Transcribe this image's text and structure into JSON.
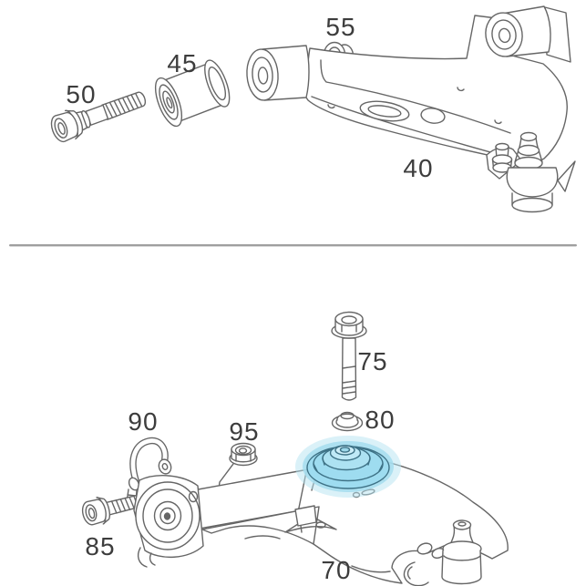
{
  "parts": {
    "p50": "50",
    "p45": "45",
    "p55": "55",
    "p40": "40",
    "p75": "75",
    "p80": "80",
    "p90": "90",
    "p95": "95",
    "p85": "85",
    "p70": "70"
  },
  "colors": {
    "line": "#666666",
    "label": "#3d3d3d",
    "divider": "#9f9f9f",
    "highlight": "#9edcf0",
    "background": "#ffffff"
  }
}
